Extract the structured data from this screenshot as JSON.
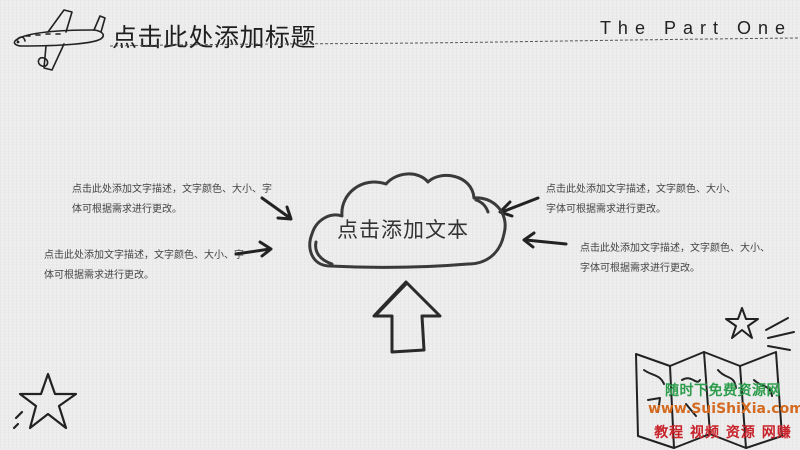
{
  "title": "点击此处添加标题",
  "part_label": "The  Part  One",
  "cloud_text": "点击添加文本",
  "descriptions": [
    "点击此处添加文字描述，文字颜色、大小、字体可根据需求进行更改。",
    "点击此处添加文字描述，文字颜色、大小、字体可根据需求进行更改。",
    "点击此处添加文字描述，文字颜色、大小、字体可根据需求进行更改。",
    "点击此处添加文字描述，文字颜色、大小、字体可根据需求进行更改。"
  ],
  "watermark": {
    "line1": "随时下免费资源网",
    "line2": "www.SuiShiXia.com",
    "line3": "教程 视频 资源 网赚"
  },
  "icons": [
    "airplane-icon",
    "cloud-icon",
    "up-arrow-icon",
    "star-icon",
    "map-icon"
  ],
  "colors": {
    "background": "#ececec",
    "ink": "#333333",
    "watermark_green": "#2d9d4d",
    "watermark_orange": "#d36a1f",
    "watermark_red": "#c8232b"
  }
}
